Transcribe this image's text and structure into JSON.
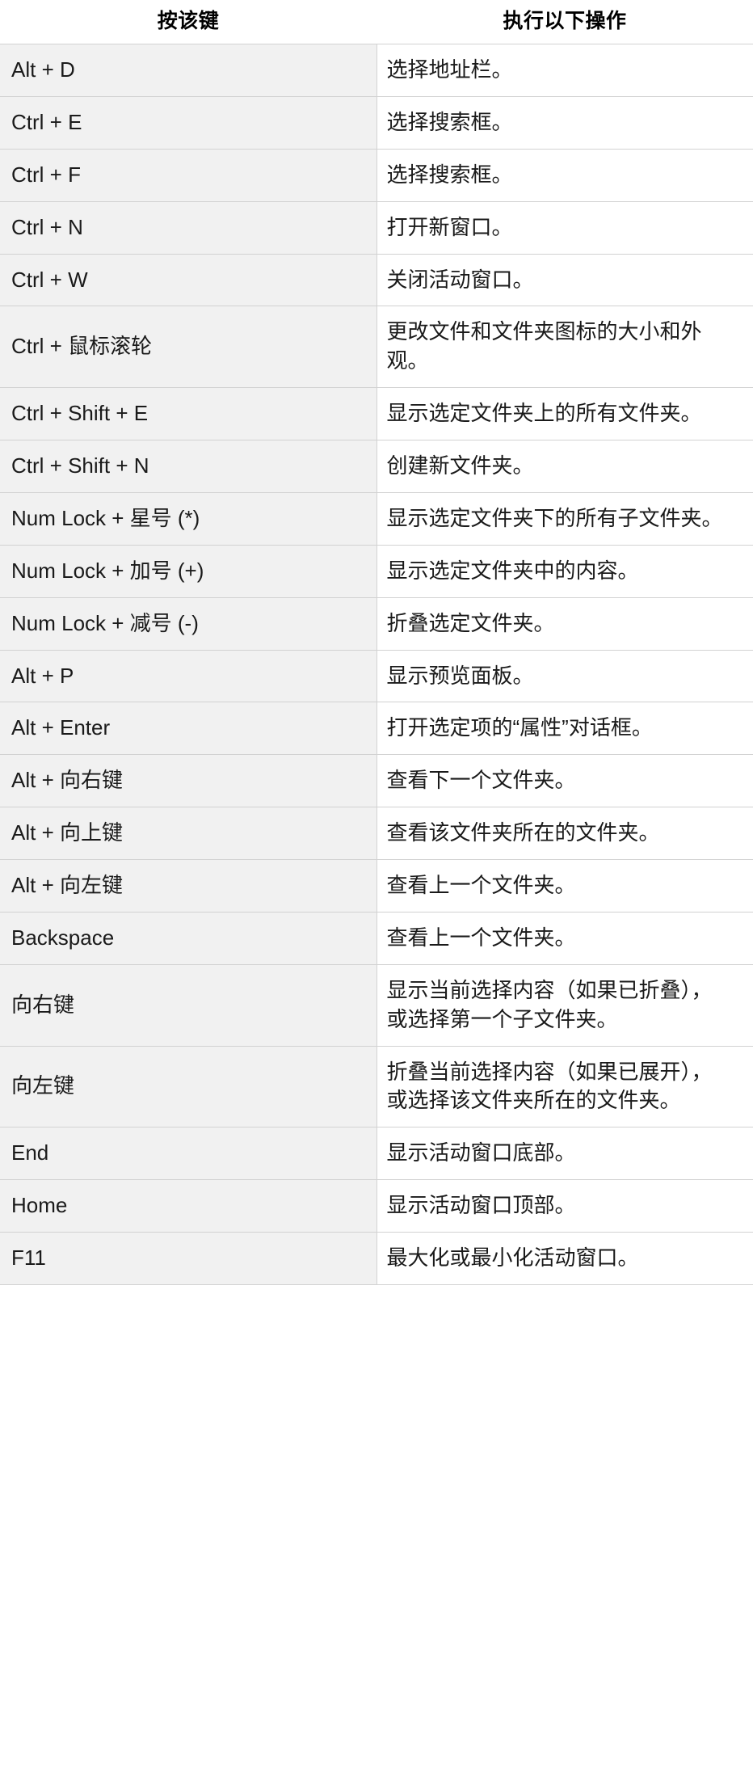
{
  "table": {
    "headers": {
      "key_column": "按该键",
      "action_column": "执行以下操作"
    },
    "rows": [
      {
        "key": "Alt + D",
        "action": "选择地址栏。"
      },
      {
        "key": "Ctrl + E",
        "action": "选择搜索框。"
      },
      {
        "key": "Ctrl + F",
        "action": "选择搜索框。"
      },
      {
        "key": "Ctrl + N",
        "action": "打开新窗口。"
      },
      {
        "key": "Ctrl + W",
        "action": "关闭活动窗口。"
      },
      {
        "key": "Ctrl + 鼠标滚轮",
        "action": "更改文件和文件夹图标的大小和外观。"
      },
      {
        "key": "Ctrl + Shift + E",
        "action": "显示选定文件夹上的所有文件夹。"
      },
      {
        "key": "Ctrl + Shift + N",
        "action": "创建新文件夹。"
      },
      {
        "key": "Num Lock + 星号 (*)",
        "action": "显示选定文件夹下的所有子文件夹。"
      },
      {
        "key": "Num Lock + 加号 (+)",
        "action": "显示选定文件夹中的内容。"
      },
      {
        "key": "Num Lock + 减号 (-)",
        "action": "折叠选定文件夹。"
      },
      {
        "key": "Alt + P",
        "action": "显示预览面板。"
      },
      {
        "key": "Alt + Enter",
        "action": "打开选定项的“属性”对话框。"
      },
      {
        "key": "Alt + 向右键",
        "action": "查看下一个文件夹。"
      },
      {
        "key": "Alt + 向上键",
        "action": "查看该文件夹所在的文件夹。"
      },
      {
        "key": "Alt + 向左键",
        "action": "查看上一个文件夹。"
      },
      {
        "key": "Backspace",
        "action": "查看上一个文件夹。"
      },
      {
        "key": "向右键",
        "action": "显示当前选择内容（如果已折叠），或选择第一个子文件夹。"
      },
      {
        "key": "向左键",
        "action": "折叠当前选择内容（如果已展开），或选择该文件夹所在的文件夹。"
      },
      {
        "key": "End",
        "action": "显示活动窗口底部。"
      },
      {
        "key": "Home",
        "action": "显示活动窗口顶部。"
      },
      {
        "key": "F11",
        "action": "最大化或最小化活动窗口。"
      }
    ]
  },
  "colors": {
    "key_cell_background": "#f1f1f1",
    "desc_cell_background": "#ffffff",
    "border": "#d2d2d2",
    "text": "#1a1a1a"
  }
}
